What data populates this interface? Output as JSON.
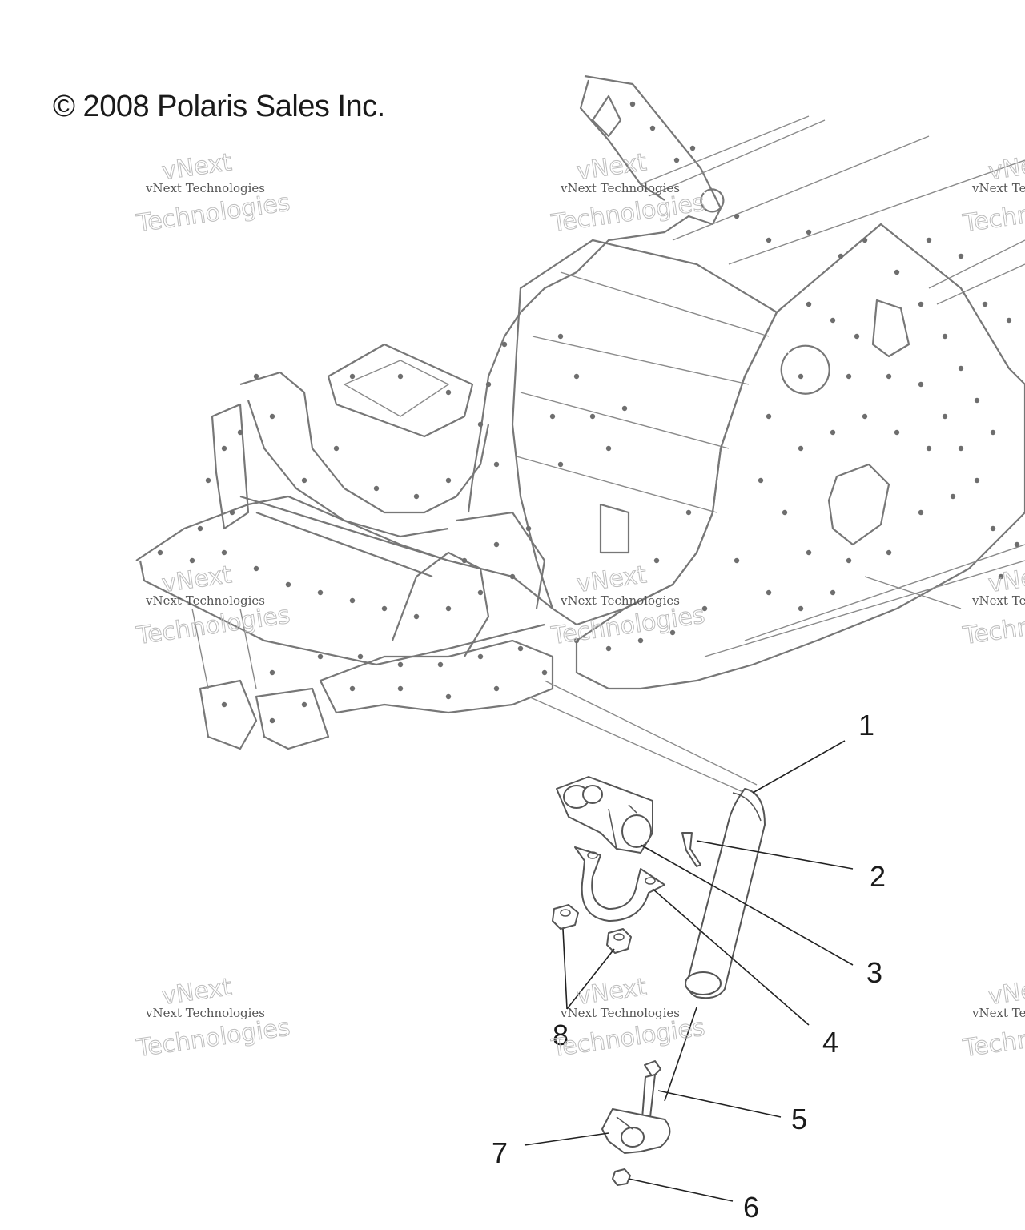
{
  "copyright": "© 2008 Polaris Sales Inc.",
  "watermark": {
    "line1": "vNext Technologies",
    "line2": "vNext",
    "line3": "Technologies"
  },
  "callouts": [
    {
      "id": "1",
      "label": "1"
    },
    {
      "id": "2",
      "label": "2"
    },
    {
      "id": "3",
      "label": "3"
    },
    {
      "id": "4",
      "label": "4"
    },
    {
      "id": "5",
      "label": "5"
    },
    {
      "id": "6",
      "label": "6"
    },
    {
      "id": "7",
      "label": "7"
    },
    {
      "id": "8",
      "label": "8"
    }
  ],
  "colors": {
    "line_art": "#777777",
    "part_outline": "#555555",
    "text": "#1a1a1a"
  }
}
